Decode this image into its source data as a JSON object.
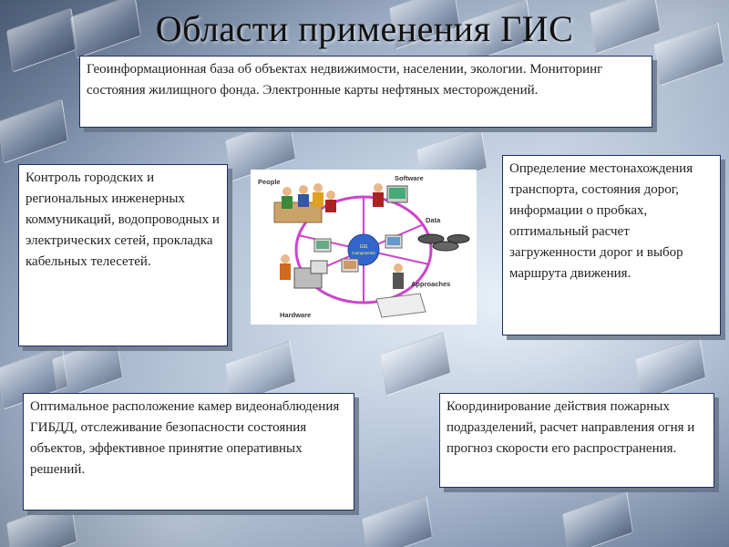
{
  "title": "Области применения ГИС",
  "boxes": {
    "top": "Геоинформационная база об объектах недвижимости, населении, экологии. Мониторинг состояния жилищного фонда. Электронные карты нефтяных месторождений.",
    "left": "Контроль городских и региональных инженерных коммуникаций, водопроводных и электрических сетей, прокладка кабельных телесетей.",
    "right": "Определение местонахождения транспорта, состояния дорог, информации о пробках, оптимальный расчет загруженности дорог и выбор маршрута движения.",
    "bottom_left": "Оптимальное расположение камер видеонаблюдения ГИБДД, отслеживание безопасности состояния объектов, эффективное принятие оперативных решений.",
    "bottom_right": "Координирование действия пожарных подразделений, расчет направления огня и прогноз скорости его распространения."
  },
  "diagram": {
    "labels": {
      "people": "People",
      "software": "Software",
      "data": "Data",
      "hardware": "Hardware",
      "approaches": "Approaches",
      "center": "GIS Components"
    },
    "colors": {
      "ring": "#cc44cc",
      "center": "#3366cc"
    }
  }
}
